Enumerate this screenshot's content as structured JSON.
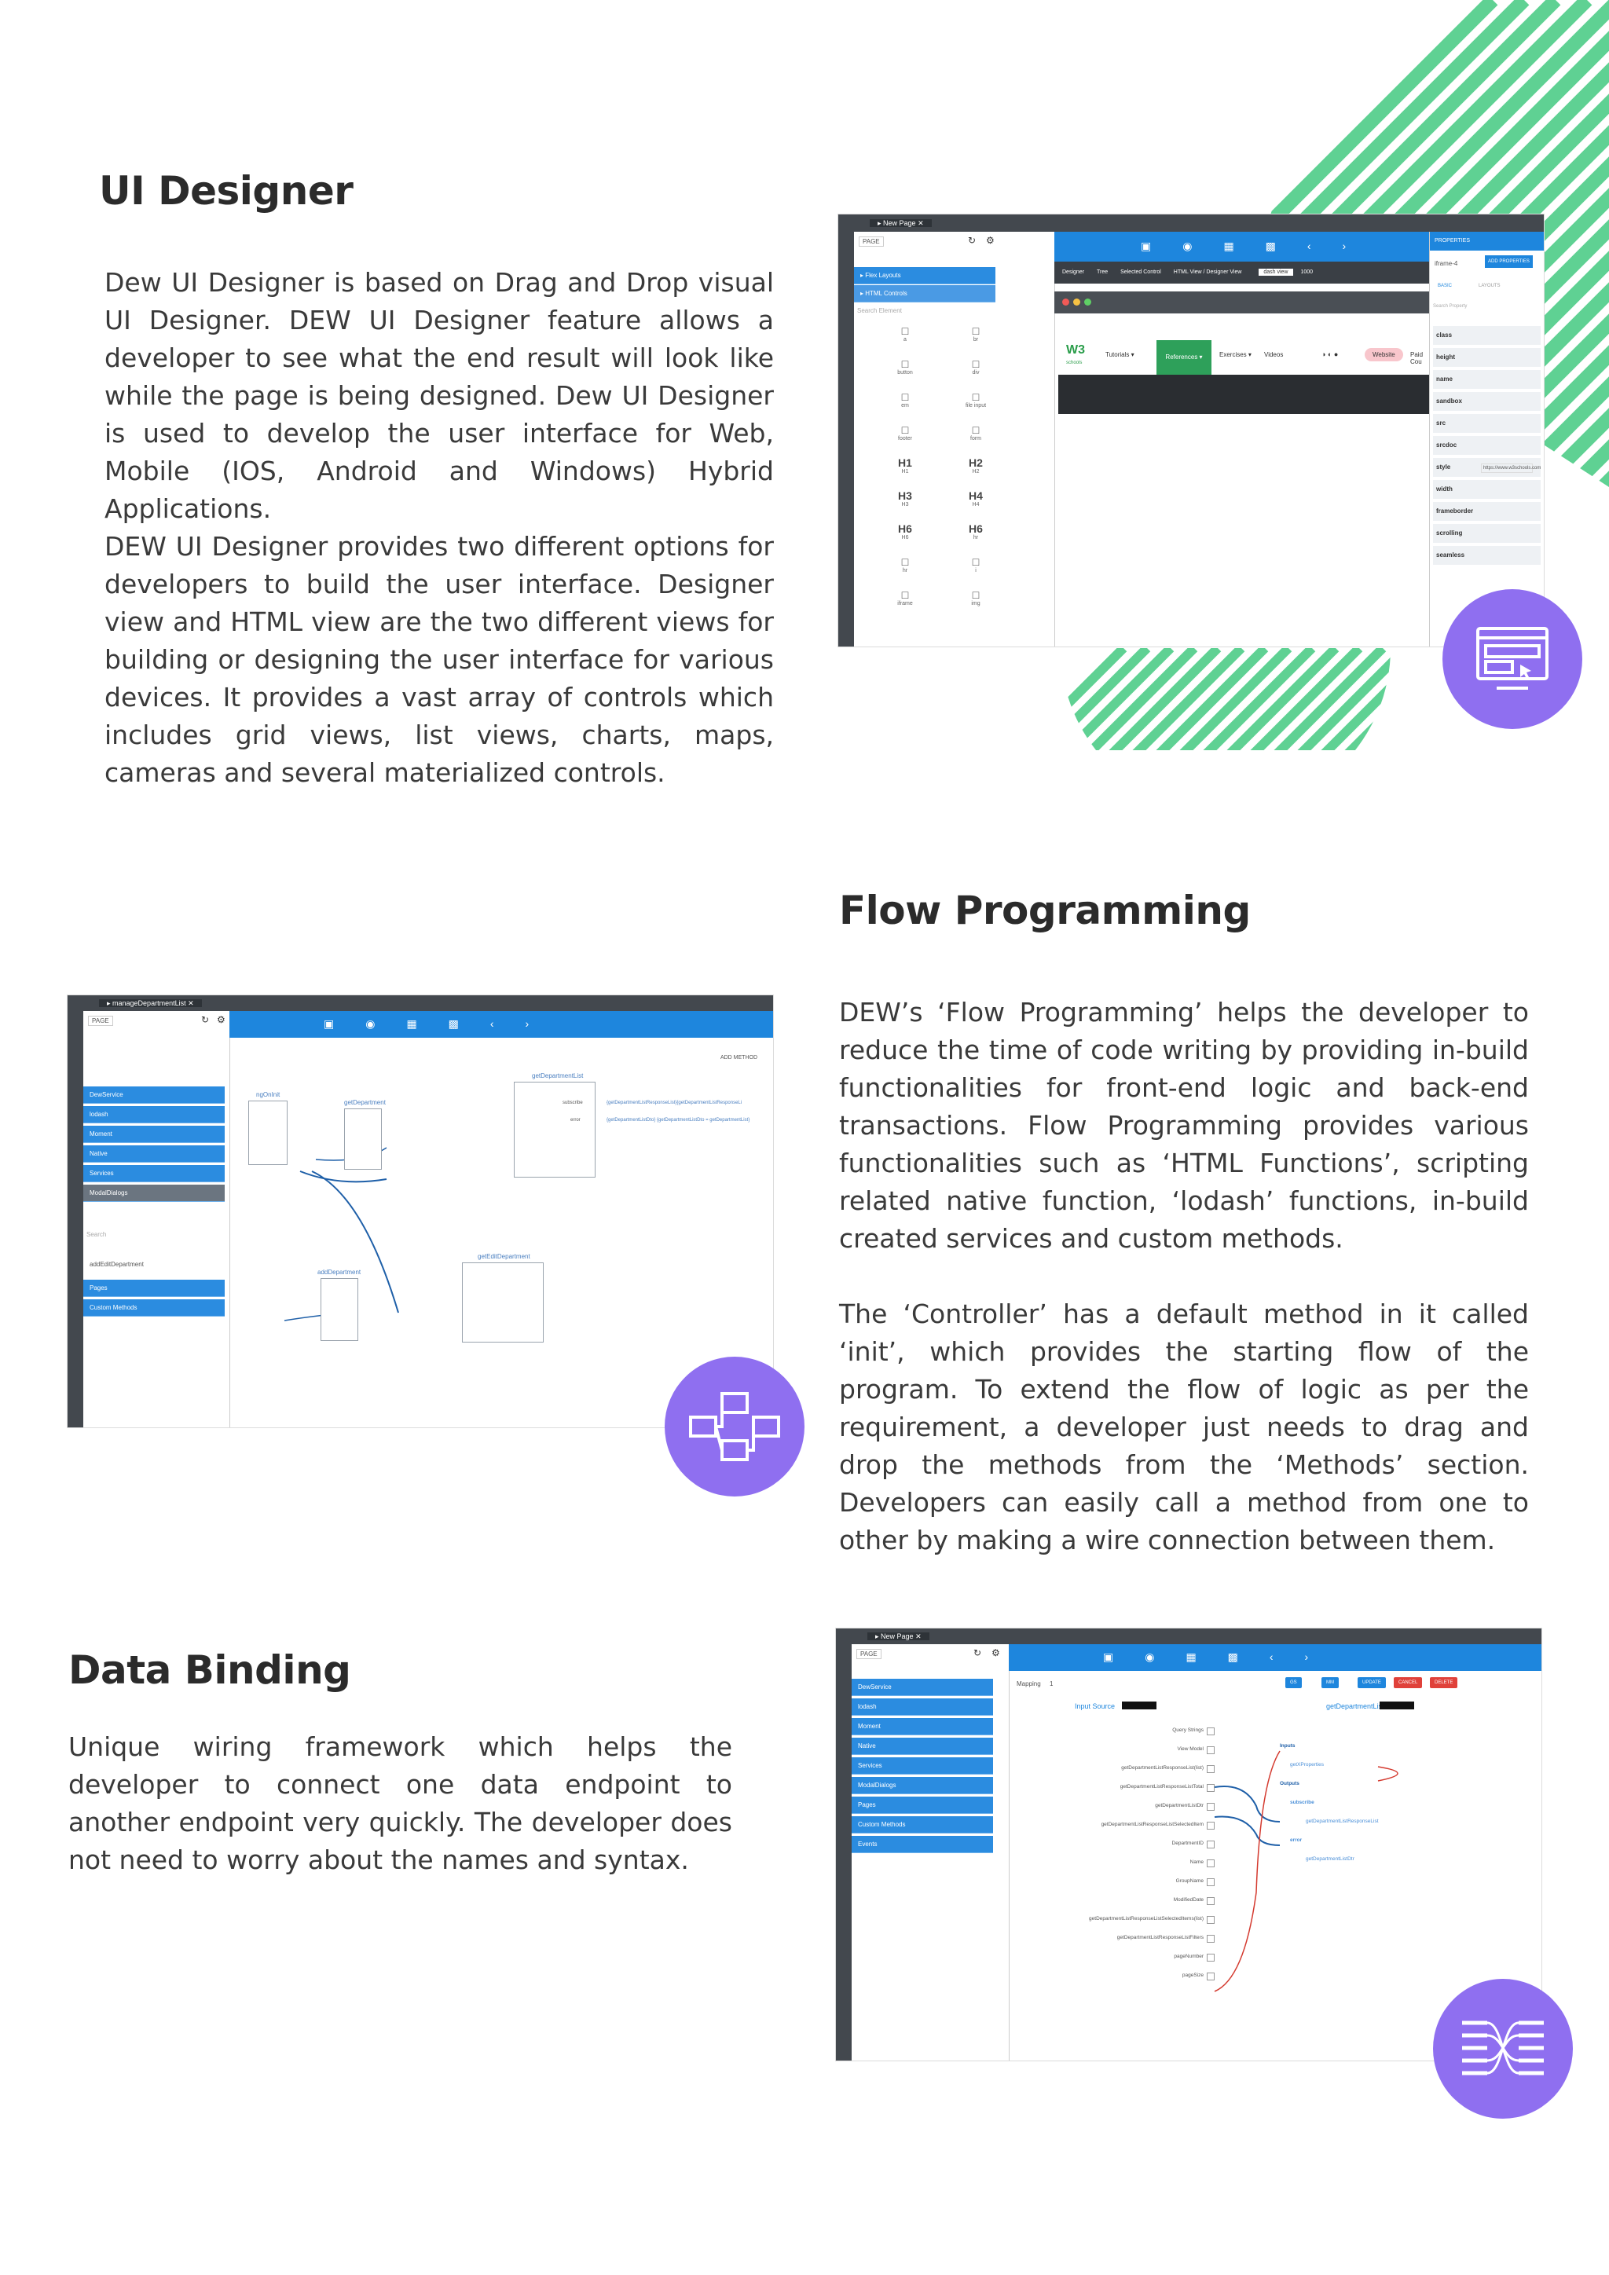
{
  "colors": {
    "green": "#5fd193",
    "purple": "#8f6ff0",
    "blue": "#1e86dd",
    "dark": "#43484e"
  },
  "ui_designer": {
    "title": "UI Designer",
    "para1": "Dew UI Designer is based on Drag and Drop visual UI Designer. DEW UI Designer feature allows a developer to see what the end result will look like while the page is being designed. Dew UI Designer is used to develop the user interface for Web, Mobile (IOS, Android and Windows) Hybrid Applications.",
    "para2": "DEW UI Designer provides two different options for developers to build the user interface. Designer view and HTML view are the two different views for building or designing the user interface for various devices. It provides a vast array of controls which includes grid views, list views, charts, maps, cameras and several materialized controls.",
    "icon": "browser-window-icon",
    "shot": {
      "tab": "New Page",
      "page_label": "PAGE",
      "folders": [
        "Flex Layouts",
        "HTML Controls"
      ],
      "search": "Search Element",
      "controls": [
        [
          "a",
          "br"
        ],
        [
          "button",
          "div"
        ],
        [
          "em",
          "file input"
        ],
        [
          "footer",
          "form"
        ],
        [
          "H1",
          "H2"
        ],
        [
          "H3",
          "H4"
        ],
        [
          "H6",
          "hr"
        ],
        [
          "hr",
          "i"
        ],
        [
          "iframe",
          "img"
        ]
      ],
      "headings": [
        "H1",
        "H2",
        "H3",
        "H4",
        "H6",
        "H6"
      ],
      "toolbar": [
        "Designer",
        "Tree",
        "Selected Control",
        "HTML View / Designer View",
        "dash view",
        "1000"
      ],
      "site_nav": [
        "Tutorials ▾",
        "References ▾",
        "Exercises ▾",
        "Videos"
      ],
      "site_logo": "W3",
      "site_logo_sub": "schools",
      "site_button": "Website",
      "site_more": "Paid Cou",
      "props_title": "PROPERTIES",
      "props_name": "iframe-4",
      "props_add": "ADD PROPERTIES",
      "props_tabs": [
        "BASIC",
        "LAYOUTS"
      ],
      "props_search": "Search Property",
      "props_items": [
        "class",
        "height",
        "name",
        "sandbox",
        "src",
        "srcdoc",
        "style",
        "width",
        "frameborder",
        "scrolling",
        "seamless"
      ],
      "src_value": "https://www.w3schools.com"
    }
  },
  "flow": {
    "title": "Flow Programming",
    "para1": "DEW’s ‘Flow Programming’ helps the developer to reduce the time of code writing by providing in-build functionalities for front-end logic and back-end transactions. Flow Programming provides various functionalities such as ‘HTML Functions’, scripting related native function, ‘lodash’ functions, in-build created services and custom methods.",
    "para2": "The ‘Controller’ has a default method in it called ‘init’, which provides the starting flow of the program. To extend the flow of logic as per the requirement, a developer just needs to drag and drop the methods from the ‘Methods’ section. Developers can easily call a method from one to other by making a wire connection between them.",
    "icon": "flowchart-icon",
    "shot": {
      "tab": "manageDepartmentList",
      "page_label": "PAGE",
      "items": [
        "DewService",
        "lodash",
        "Moment",
        "Native",
        "Services",
        "ModalDialogs"
      ],
      "search": "Search",
      "method": "addEditDepartment",
      "items2": [
        "Pages",
        "Custom Methods"
      ],
      "add_method": "ADD METHOD",
      "nodes": [
        "ngOnInit",
        "getDepartment",
        "getDepartmentList",
        "addDepartment",
        "getEditDepartment"
      ],
      "labels": [
        "subscribe",
        "error",
        "{getDepartmentListResponseList}{getDepartmentListResponseLi",
        "{getDepartmentListDto} {getDepartmentListDto = getDepartmentList}"
      ]
    }
  },
  "binding": {
    "title": "Data Binding",
    "para1": "Unique wiring framework which helps the developer to connect one data endpoint to another endpoint very quickly. The developer does not need to worry about the names and syntax.",
    "icon": "data-mapping-icon",
    "shot": {
      "tab": "New Page",
      "page_label": "PAGE",
      "items": [
        "DewService",
        "lodash",
        "Moment",
        "Native",
        "Services",
        "ModalDialogs",
        "Pages",
        "Custom Methods",
        "Events"
      ],
      "mapping_label": "Mapping",
      "mapping_value": "1",
      "buttons": [
        "GS",
        "MM",
        "UPDATE",
        "CANCEL",
        "DELETE"
      ],
      "input_source": "Input Source",
      "target": "getDepartmentList",
      "left_fields": [
        "Query Strings",
        "View Model",
        "getDepartmentListResponseList(list)",
        "getDepartmentListResponseListTotal",
        "getDepartmentListDtr",
        "getDepartmentListResponseListSelectedItem",
        "DepartmentID",
        "Name",
        "GroupName",
        "ModifiedDate",
        "getDepartmentListResponseListSelectedItems(list)",
        "getDepartmentListResponseListFilters",
        "pageNumber",
        "pageSize"
      ],
      "right_fields": [
        "Inputs",
        "getXProperties",
        "Outputs",
        "subscribe",
        "getDepartmentListResponseList",
        "error",
        "getDepartmentListDtr"
      ]
    }
  }
}
